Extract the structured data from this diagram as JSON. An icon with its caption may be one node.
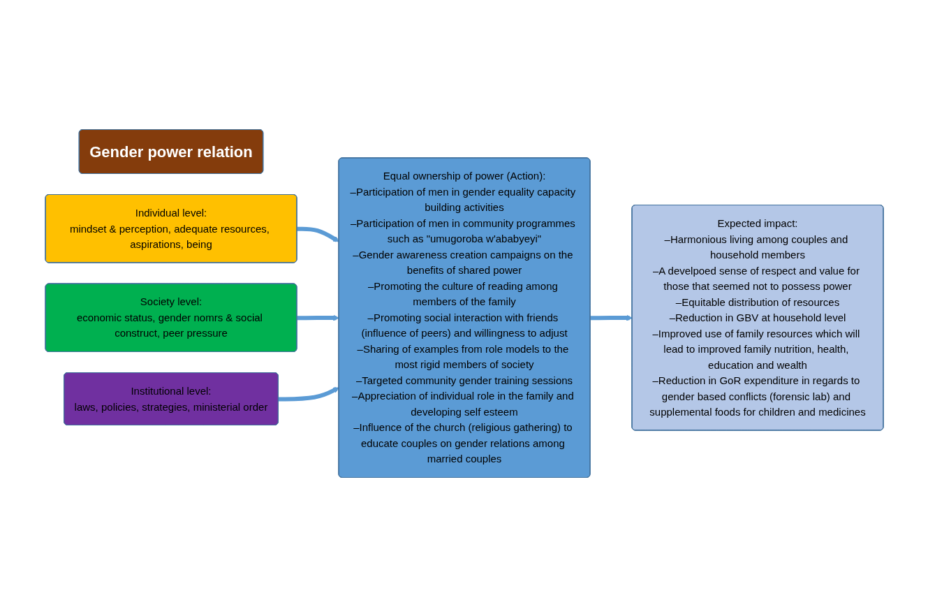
{
  "diagram": {
    "nodes": [
      {
        "text": [
          "Gender power relation"
        ]
      },
      {
        "text": [
          "Individual level:",
          "mindset & perception, adequate resources, aspirations, being"
        ]
      },
      {
        "text": [
          "Society level:",
          "economic status, gender nomrs & social construct, peer pressure"
        ]
      },
      {
        "text": [
          "Institutional level:",
          "laws, policies, strategies, ministerial order"
        ]
      },
      {
        "text": [
          "Equal ownership of power (Action):",
          "–Participation of men in gender equality capacity building activities",
          "–Participation of men in community programmes such as \"umugoroba w'ababyeyi\"",
          "–Gender awareness creation campaigns on the benefits of shared power",
          "–Promoting the culture of reading among members of the family",
          "–Promoting social interaction with friends (influence of peers) and willingness to adjust",
          "–Sharing of examples from role models to the most rigid members of society",
          "–Targeted community gender training sessions",
          "–Appreciation of individual role in the family and developing self esteem",
          "–Influence of the church (religious gathering) to educate couples on gender relations among married couples"
        ]
      },
      {
        "text": [
          "Expected impact:",
          "–Harmonious living among couples and household members",
          "–A develpoed sense of respect and value for those that seemed not to possess power",
          "–Equitable distribution of resources",
          "–Reduction in GBV at household level",
          "–Improved use of family resources which will lead to improved family nutrition, health, education and wealth",
          "–Reduction in GoR expenditure in regards to gender based conflicts (forensic lab) and supplemental foods for children and medicines"
        ]
      }
    ],
    "edges": [
      {
        "from": 1,
        "to": 4,
        "arrow": "to"
      },
      {
        "from": 2,
        "to": 4,
        "arrow": "to"
      },
      {
        "from": 3,
        "to": 4,
        "arrow": "to"
      },
      {
        "from": 4,
        "to": 5,
        "arrow": "to"
      }
    ]
  }
}
